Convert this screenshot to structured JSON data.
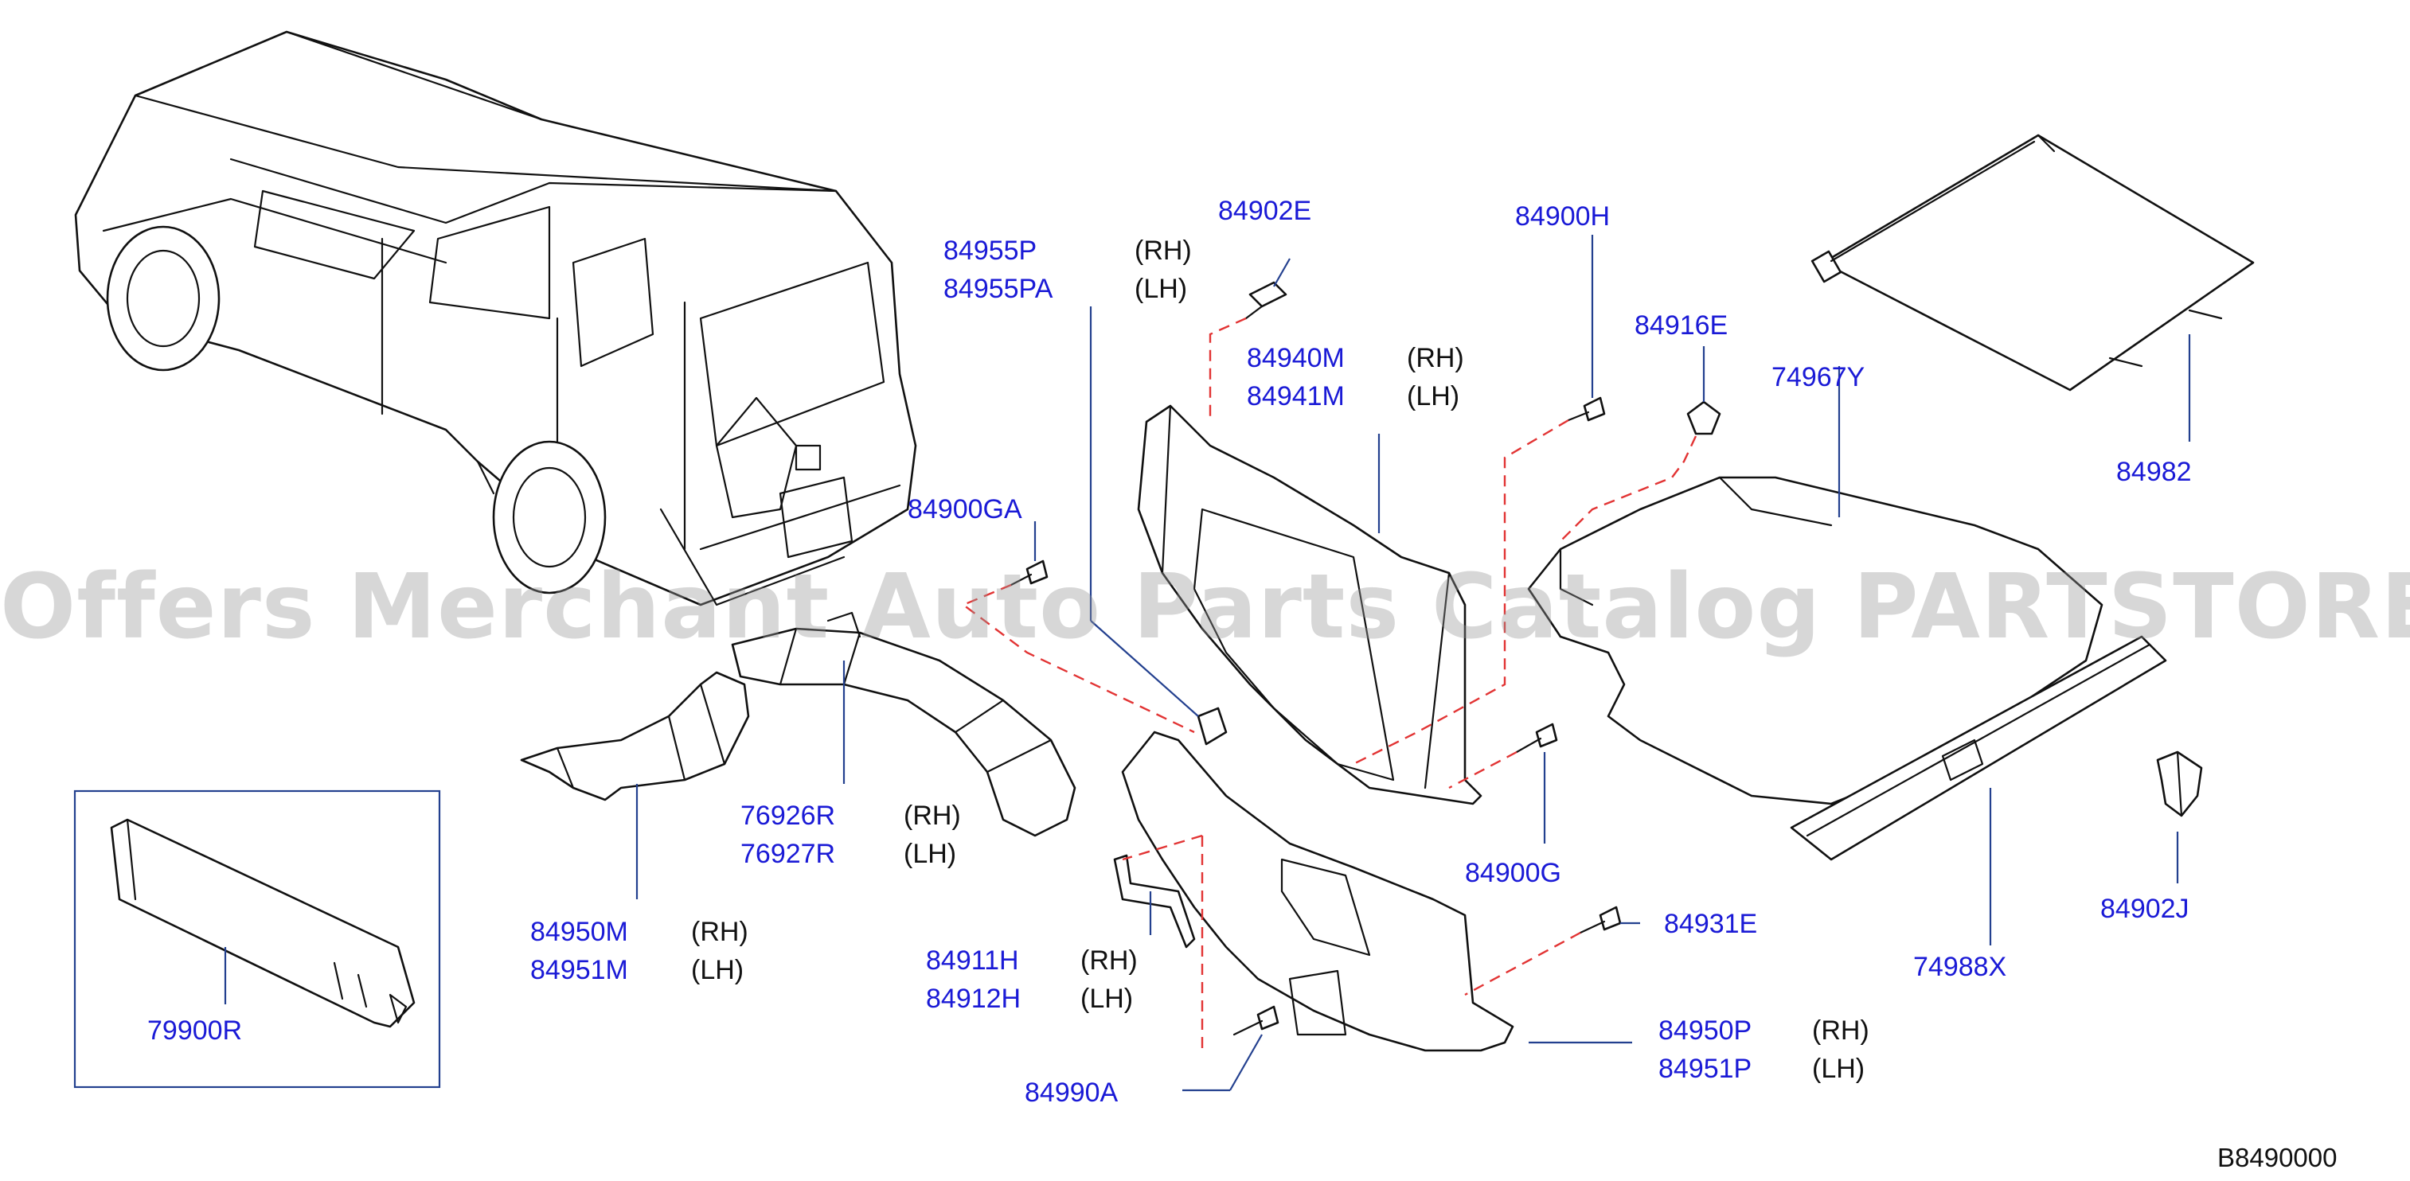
{
  "watermark": "Offers Merchant Auto Parts Catalog PARTSTORE.SA",
  "diagram_code": "B8490000",
  "colors": {
    "label": "#1a1ad6",
    "leader": "#23408f",
    "dashed_guide": "#e23434",
    "watermark": "#969696"
  },
  "parts": {
    "p84955P": "84955P",
    "p84955PA": "84955PA",
    "p84902E": "84902E",
    "p84900H": "84900H",
    "p84940M": "84940M",
    "p84941M": "84941M",
    "p84916E": "84916E",
    "p74967Y": "74967Y",
    "p84982": "84982",
    "p84900GA": "84900GA",
    "p76926R": "76926R",
    "p76927R": "76927R",
    "p84950M": "84950M",
    "p84951M": "84951M",
    "p79900R": "79900R",
    "p84911H": "84911H",
    "p84912H": "84912H",
    "p84990A": "84990A",
    "p84900G": "84900G",
    "p84931E": "84931E",
    "p84950P": "84950P",
    "p84951P": "84951P",
    "p74988X": "74988X",
    "p84902J": "84902J"
  },
  "sides": {
    "rh": "(RH)",
    "lh": "(LH)"
  }
}
